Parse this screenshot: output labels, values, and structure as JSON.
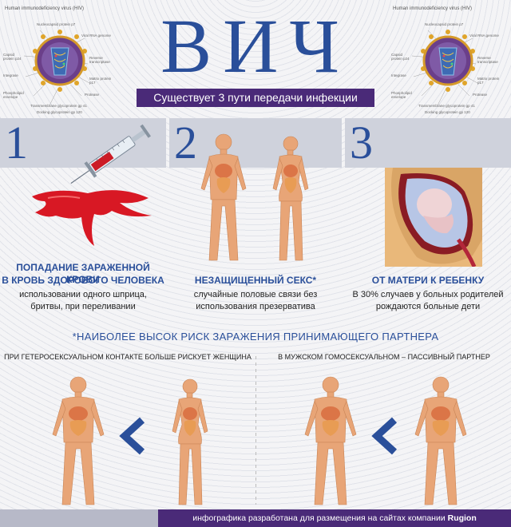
{
  "header": {
    "virus_title": "Human immunodeficiency virus (HIV)",
    "virus_labels": {
      "nucleocapsid": "Nucleocapsid protein p7",
      "viral_rna": "Viral RNA genome",
      "capsid": "Capsid protein p24",
      "reverse": "Reverse transcriptase",
      "integrase": "Integrase",
      "matrix": "Matrix protein p17",
      "phospholipid": "Phospholipid envelope",
      "protease": "Protease",
      "transmembrane": "Transmembrane glycoprotein gp 41",
      "docking": "Docking glycoprotein gp 120"
    },
    "title": "ВИЧ",
    "subtitle": "Существует 3 пути передачи инфекции"
  },
  "panels": [
    {
      "number": "1",
      "head_line1": "ПОПАДАНИЕ ЗАРАЖЕННОЙ КРОВИ",
      "head_line2": "В КРОВЬ ЗДОРОВОГО ЧЕЛОВЕКА",
      "body_line1": "использовании одного шприца,",
      "body_line2": "бритвы, при переливании"
    },
    {
      "number": "2",
      "head_line1": "НЕЗАЩИЩЕННЫЙ СЕКС*",
      "body_line1": "случайные половые связи без",
      "body_line2": "использования презерватива"
    },
    {
      "number": "3",
      "head_line1": "ОТ МАТЕРИ К РЕБЕНКУ",
      "body_line1": "В 30% случаев у больных родителей",
      "body_line2": "рождаются больные дети"
    }
  ],
  "risk": {
    "title": "*НАИБОЛЕЕ ВЫСОК РИСК ЗАРАЖЕНИЯ ПРИНИМАЮЩЕГО ПАРТНЕРА",
    "left_label": "ПРИ ГЕТЕРОСЕКСУАЛЬНОМ КОНТАКТЕ БОЛЬШЕ РИСКУЕТ ЖЕНЩИНА",
    "right_label": "В МУЖСКОМ ГОМОСЕКСУАЛЬНОМ – ПАССИВНЫЙ ПАРТНЕР"
  },
  "footer": {
    "text": "инфографика разработана для размещения на сайтах компании ",
    "brand": "Rugion"
  },
  "colors": {
    "blue": "#2a4f9a",
    "purple": "#4a2a78",
    "blood": "#d81824",
    "skin": "#e8a577"
  }
}
